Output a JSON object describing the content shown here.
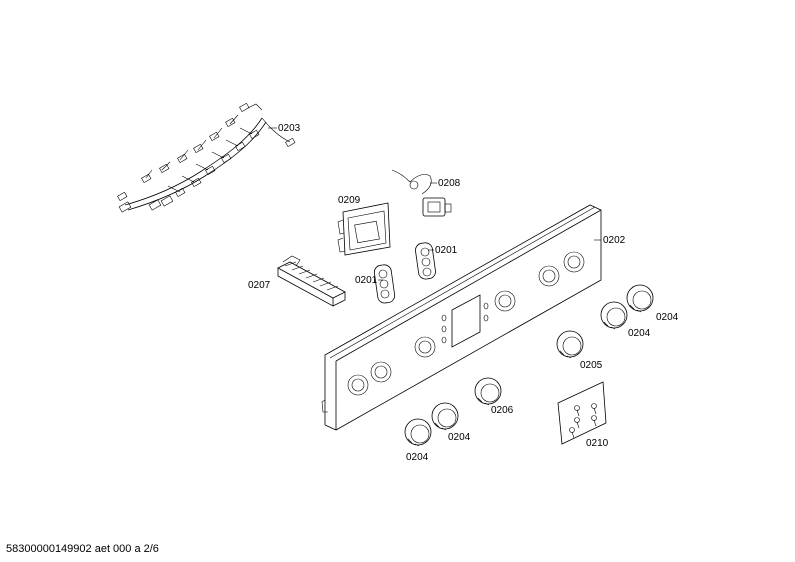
{
  "parts": {
    "p0203": "0203",
    "p0208": "0208",
    "p0209": "0209",
    "p0201a": "0201",
    "p0201b": "0201",
    "p0207": "0207",
    "p0202": "0202",
    "p0204a": "0204",
    "p0204b": "0204",
    "p0204c": "0204",
    "p0204d": "0204",
    "p0205": "0205",
    "p0206": "0206",
    "p0210": "0210"
  },
  "footer": "58300000149902 aet 000 a 2/6"
}
